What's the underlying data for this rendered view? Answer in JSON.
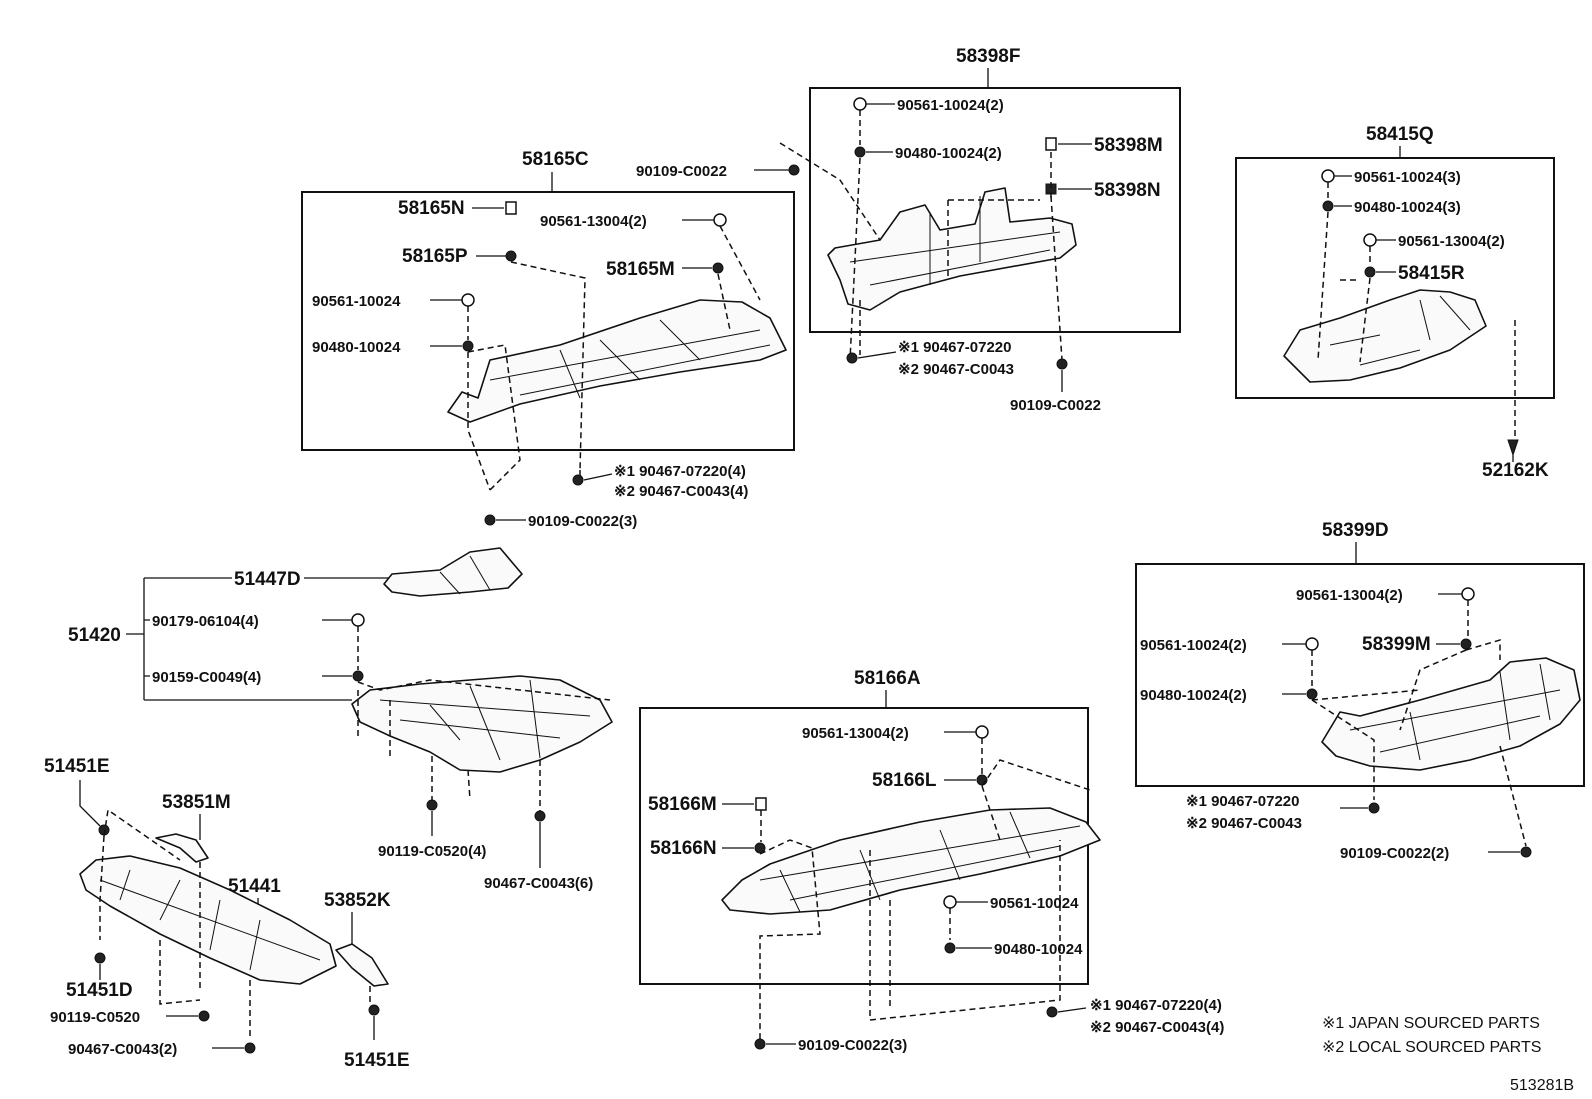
{
  "labels": {
    "l_58398F": "58398F",
    "l_58398F_a": "90561-10024(2)",
    "l_58398F_b": "90480-10024(2)",
    "l_58398M": "58398M",
    "l_58398N": "58398N",
    "l_90109_top": "90109-C0022",
    "l_58398F_s1": "※1 90467-07220",
    "l_58398F_s2": "※2 90467-C0043",
    "l_58398F_bolt": "90109-C0022",
    "l_58165C": "58165C",
    "l_58165N": "58165N",
    "l_58165P": "58165P",
    "l_58165C_a": "90561-13004(2)",
    "l_58165M": "58165M",
    "l_58165C_b": "90561-10024",
    "l_58165C_c": "90480-10024",
    "l_58165C_s1": "※1 90467-07220(4)",
    "l_58165C_s2": "※2 90467-C0043(4)",
    "l_58165C_bolt": "90109-C0022(3)",
    "l_58415Q": "58415Q",
    "l_58415Q_a": "90561-10024(3)",
    "l_58415Q_b": "90480-10024(3)",
    "l_58415Q_c": "90561-13004(2)",
    "l_58415R": "58415R",
    "l_52162K": "52162K",
    "l_51420": "51420",
    "l_51447D": "51447D",
    "l_51420_a": "90179-06104(4)",
    "l_51420_b": "90159-C0049(4)",
    "l_51420_c": "90119-C0520(4)",
    "l_51420_d": "90467-C0043(6)",
    "l_51451E_top": "51451E",
    "l_53851M": "53851M",
    "l_51441": "51441",
    "l_53852K": "53852K",
    "l_51451D": "51451D",
    "l_51441_a": "90119-C0520",
    "l_51441_b": "90467-C0043(2)",
    "l_51451E_bot": "51451E",
    "l_58166A": "58166A",
    "l_58166A_a": "90561-13004(2)",
    "l_58166L": "58166L",
    "l_58166M": "58166M",
    "l_58166N": "58166N",
    "l_58166A_b": "90561-10024",
    "l_58166A_c": "90480-10024",
    "l_58166A_s1": "※1 90467-07220(4)",
    "l_58166A_s2": "※2 90467-C0043(4)",
    "l_58166A_bolt": "90109-C0022(3)",
    "l_58399D": "58399D",
    "l_58399D_a": "90561-13004(2)",
    "l_58399D_b": "90561-10024(2)",
    "l_58399M": "58399M",
    "l_58399D_c": "90480-10024(2)",
    "l_58399D_s1": "※1 90467-07220",
    "l_58399D_s2": "※2 90467-C0043",
    "l_58399D_bolt": "90109-C0022(2)"
  },
  "notes": {
    "n1": "※1 JAPAN SOURCED PARTS",
    "n2": "※2 LOCAL SOURCED PARTS",
    "ref": "513281B"
  }
}
